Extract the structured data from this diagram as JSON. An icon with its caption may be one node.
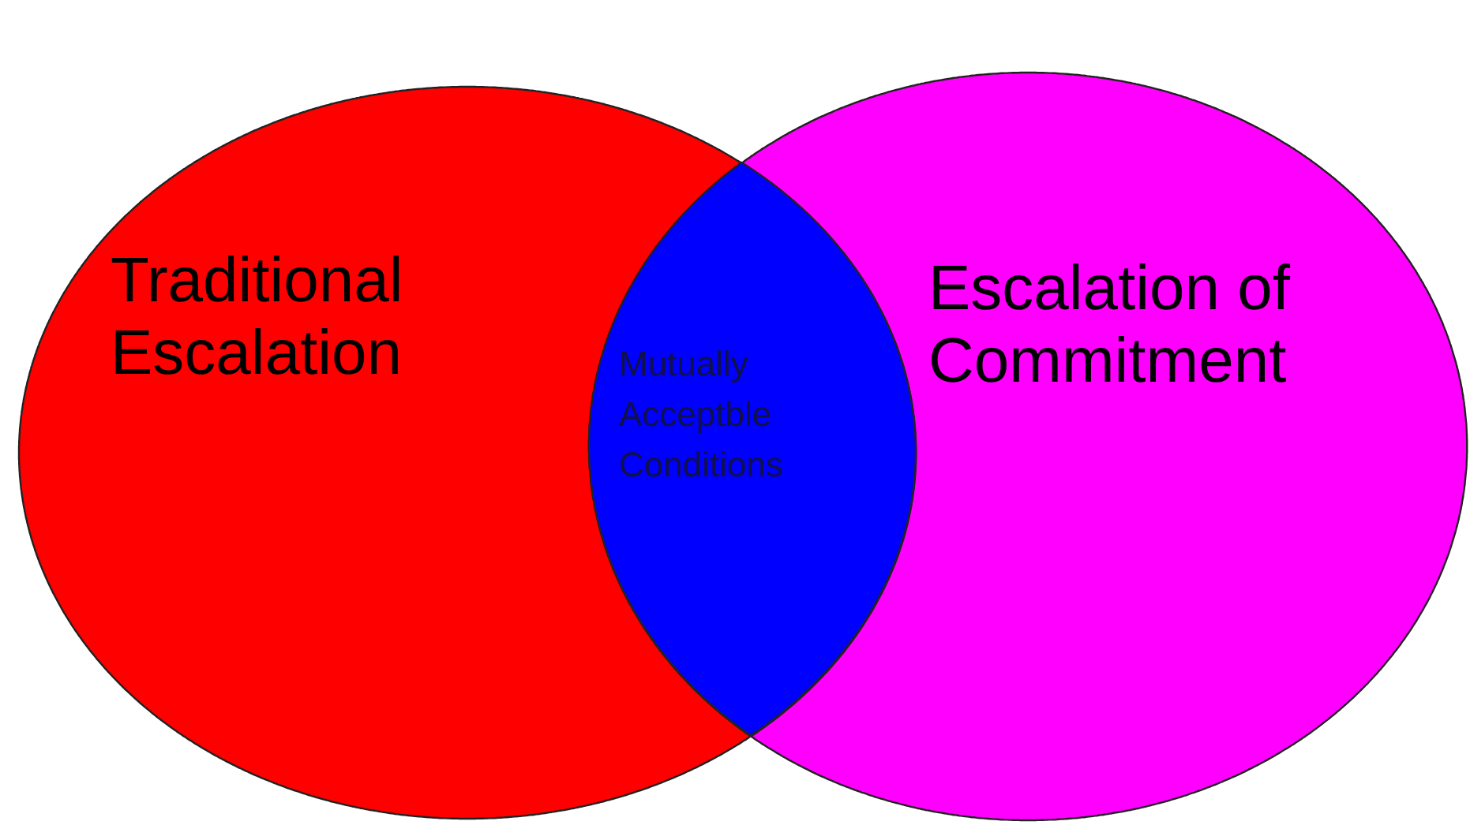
{
  "diagram": {
    "nodes": [
      {
        "text": [
          "Traditional Escalation"
        ]
      },
      {
        "text": [
          "Escalation of Commitment"
        ]
      },
      {
        "text": [
          "Mutually Acceptble Conditions"
        ]
      }
    ]
  }
}
